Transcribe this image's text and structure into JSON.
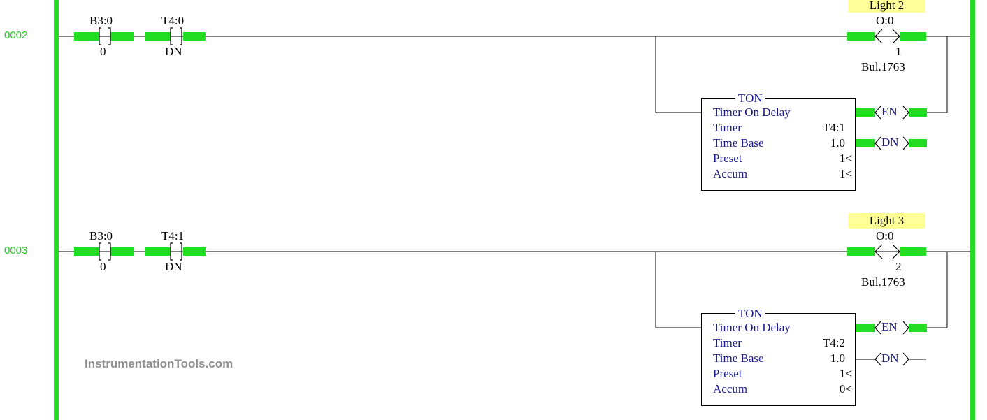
{
  "rungs": [
    {
      "number": "0002",
      "contact1": {
        "address": "B3:0",
        "bit": "0"
      },
      "contact2": {
        "address": "T4:0",
        "bit": "DN"
      },
      "output": {
        "comment": "Light 2",
        "address": "O:0",
        "bit": "1",
        "device": "Bul.1763"
      },
      "timer": {
        "type": "TON",
        "description": "Timer On Delay",
        "timer_label": "Timer",
        "timer_value": "T4:1",
        "base_label": "Time Base",
        "base_value": "1.0",
        "preset_label": "Preset",
        "preset_value": "1<",
        "accum_label": "Accum",
        "accum_value": "1<",
        "en": "EN",
        "dn": "DN"
      }
    },
    {
      "number": "0003",
      "contact1": {
        "address": "B3:0",
        "bit": "0"
      },
      "contact2": {
        "address": "T4:1",
        "bit": "DN"
      },
      "output": {
        "comment": "Light 3",
        "address": "O:0",
        "bit": "2",
        "device": "Bul.1763"
      },
      "timer": {
        "type": "TON",
        "description": "Timer On Delay",
        "timer_label": "Timer",
        "timer_value": "T4:2",
        "base_label": "Time Base",
        "base_value": "1.0",
        "preset_label": "Preset",
        "preset_value": "1<",
        "accum_label": "Accum",
        "accum_value": "0<",
        "en": "EN",
        "dn": "DN"
      }
    }
  ],
  "watermark": "InstrumentationTools.com",
  "colors": {
    "energized": "#22dd22",
    "rail": "#22dd22",
    "rung_number": "#22cc22",
    "comment_bg": "#ffff99",
    "text_blue": "#1a1a8c"
  }
}
